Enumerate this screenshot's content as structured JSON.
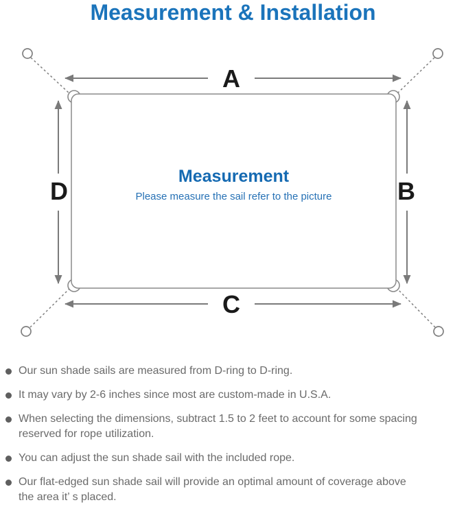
{
  "title": "Measurement & Installation",
  "colors": {
    "title_blue": "#1b74bb",
    "heading_blue": "#156ab2",
    "subtitle_blue": "#2671b5",
    "line_gray": "#7d7d7d",
    "label_black": "#1a1a1a",
    "note_gray": "#6a6a6a"
  },
  "diagram": {
    "heading": "Measurement",
    "subheading": "Please measure the sail refer to the picture",
    "labels": {
      "top": "A",
      "right": "B",
      "bottom": "C",
      "left": "D"
    },
    "icons": {
      "anchor_point": "anchor-point-circle",
      "corner_ring": "d-ring",
      "rope": "dashed-rope-line"
    }
  },
  "notes": [
    {
      "lines": [
        "Our sun shade sails are measured from D-ring to D-ring."
      ]
    },
    {
      "lines": [
        "It may vary by 2-6 inches since most are custom-made in U.S.A."
      ]
    },
    {
      "lines": [
        "When selecting the dimensions, subtract 1.5 to 2 feet to account for some spacing",
        "reserved for rope utilization."
      ]
    },
    {
      "lines": [
        "You can adjust the sun shade sail with the included rope."
      ]
    },
    {
      "lines": [
        "Our flat-edged sun shade sail will provide an optimal amount of coverage above",
        "the area it’ s placed."
      ]
    }
  ]
}
